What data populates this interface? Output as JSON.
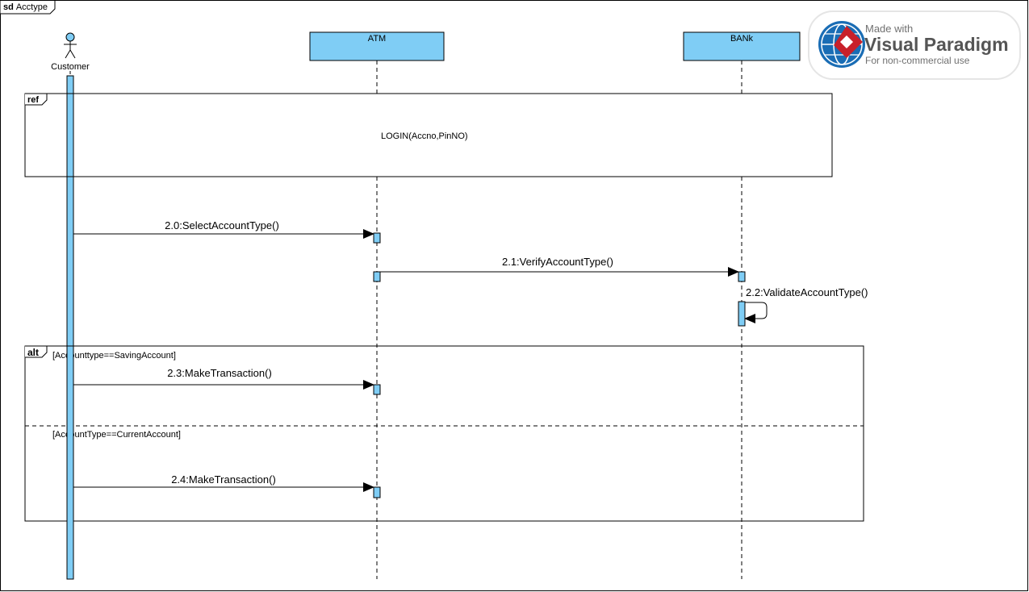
{
  "frame": {
    "keyword": "sd",
    "name": "Acctype"
  },
  "actor": {
    "name": "Customer"
  },
  "lifelines": [
    {
      "id": "atm",
      "name": "ATM"
    },
    {
      "id": "bank",
      "name": "BANk"
    }
  ],
  "ref_fragment": {
    "operator": "ref",
    "text": "LOGIN(Accno,PinNO)"
  },
  "messages": [
    {
      "id": "m20",
      "label": "2.0:SelectAccountType()"
    },
    {
      "id": "m21",
      "label": "2.1:VerifyAccountType()"
    },
    {
      "id": "m22",
      "label": "2.2:ValidateAccountType()"
    },
    {
      "id": "m23",
      "label": "2.3:MakeTransaction()"
    },
    {
      "id": "m24",
      "label": "2.4:MakeTransaction()"
    }
  ],
  "alt_fragment": {
    "operator": "alt",
    "guards": [
      "[Accounttype==SavingAccount]",
      "[AccountType==CurrentAccount]"
    ]
  },
  "watermark": {
    "line1": "Made with",
    "brand": "Visual Paradigm",
    "line3": "For non-commercial use"
  },
  "colors": {
    "lifeline_fill": "#7fcdf5",
    "stroke": "#000000",
    "watermark_red": "#c8202a",
    "watermark_blue": "#1a6db5"
  }
}
